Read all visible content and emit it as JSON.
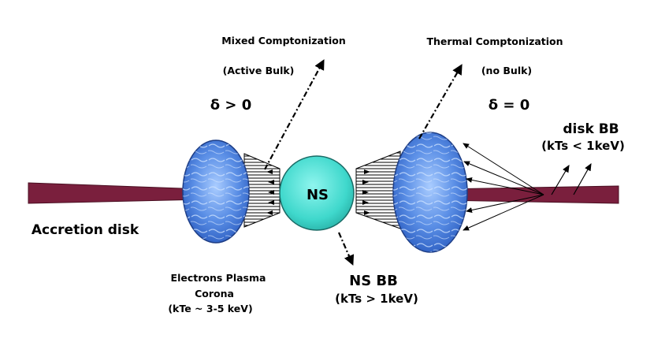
{
  "labels": {
    "mixed_title": "Mixed Comptonization",
    "mixed_sub": "(Active Bulk)",
    "thermal_title": "Thermal Comptonization",
    "thermal_sub": "(no Bulk)",
    "delta_left": "δ > 0",
    "delta_right": "δ = 0",
    "disk_bb": "disk BB",
    "disk_bb_temp": "(kTs < 1keV)",
    "accretion_disk": "Accretion disk",
    "ns": "NS",
    "ns_bb": "NS BB",
    "ns_bb_temp": "(kTs > 1keV)",
    "corona_line1": "Electrons Plasma",
    "corona_line2": "Corona",
    "corona_line3": "(kTe ~ 3-5 keV)"
  },
  "colors": {
    "disk": "#7a1f3d",
    "ns_fill": "#4fe0d6",
    "ns_stroke": "#1a6b66",
    "corona": "#3f72d8",
    "corona_light": "#8fb7f5",
    "ink": "#000000"
  }
}
